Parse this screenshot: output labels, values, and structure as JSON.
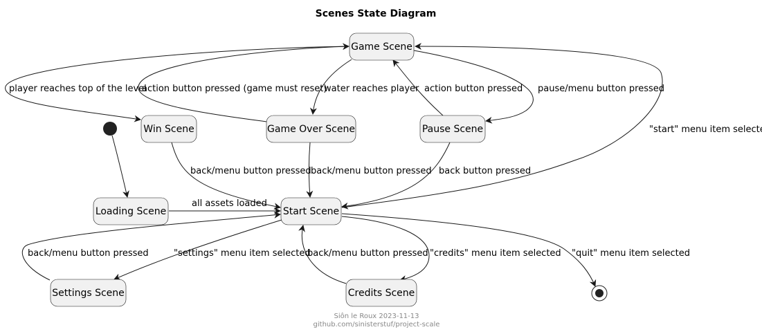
{
  "diagram": {
    "title": "Scenes State Diagram",
    "states": {
      "game": "Game Scene",
      "win": "Win Scene",
      "game_over": "Game Over Scene",
      "pause": "Pause Scene",
      "loading": "Loading Scene",
      "start": "Start Scene",
      "settings": "Settings Scene",
      "credits": "Credits Scene"
    },
    "transitions": {
      "player_top": "player reaches top of the level",
      "action_reset": "action button pressed (game must reset)",
      "water": "water reaches player",
      "action": "action button pressed",
      "pause_menu": "pause/menu button pressed",
      "start_item": "\"start\" menu item selected",
      "win_back": "back/menu button pressed",
      "gameover_back": "back/menu button pressed",
      "pause_back": "back button pressed",
      "assets": "all assets loaded",
      "settings_back": "back/menu button pressed",
      "settings_item": "\"settings\" menu item selected",
      "credits_back": "back/menu button pressed",
      "credits_item": "\"credits\" menu item selected",
      "quit_item": "\"quit\" menu item selected"
    },
    "footer": {
      "author": "Siôn le Roux 2023-11-13",
      "repo": "github.com/sinisterstuf/project-scale"
    }
  }
}
